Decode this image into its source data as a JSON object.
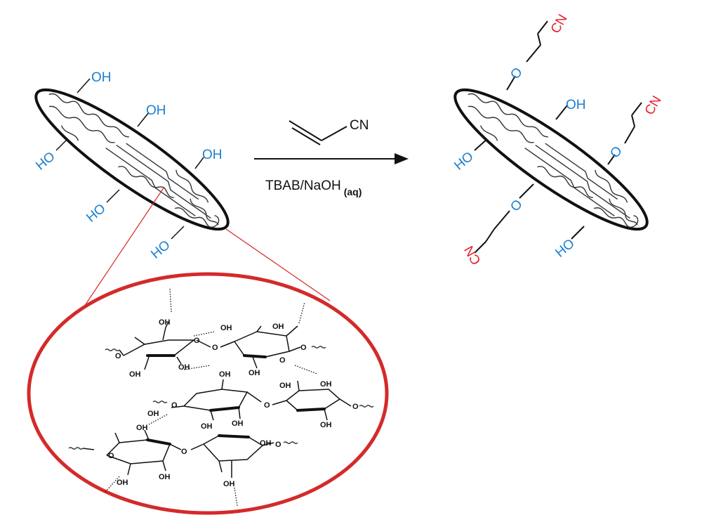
{
  "reaction": {
    "reagent_group": "CN",
    "conditions_main": "TBAB/NaOH",
    "conditions_sub": "(aq)"
  },
  "left_fiber": {
    "hydroxyl_right": "OH",
    "hydroxyl_left": "HO"
  },
  "right_fiber": {
    "ether_oxygen": "O",
    "nitrile": "CN",
    "hydroxyl_right": "OH",
    "hydroxyl_left": "HO"
  },
  "colors": {
    "hydroxyl": "#1a7fd0",
    "nitrile": "#e8202a",
    "zoom_outline": "#d42a2a",
    "fiber_outline": "#111111"
  },
  "zoom": {
    "hydroxyl": "OH",
    "ring_oxygen": "O"
  }
}
